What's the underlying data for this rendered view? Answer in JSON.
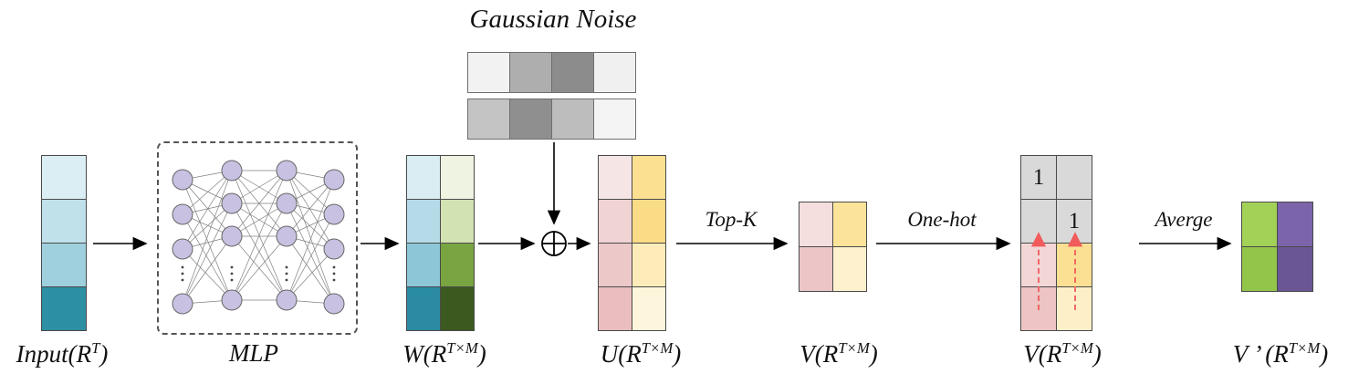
{
  "title": "Gaussian Noise",
  "arrow_labels": {
    "topk": "Top-K",
    "onehot": "One-hot",
    "average": "Averge"
  },
  "stage_labels": {
    "input": {
      "base": "Input(R",
      "sup": "T",
      "close": ")"
    },
    "mlp": "MLP",
    "w": {
      "base": "W(R",
      "sup": "T×M",
      "close": ")"
    },
    "u": {
      "base": "U(R",
      "sup": "T×M",
      "close": ")"
    },
    "v1": {
      "base": "V(R",
      "sup": "T×M",
      "close": ")"
    },
    "v2": {
      "base": "V(R",
      "sup": "T×M",
      "close": ")"
    },
    "vprime": {
      "base": "V ’ (R",
      "sup": "T×M",
      "close": ")"
    }
  },
  "onehot": {
    "left_col": [
      "1",
      "",
      "",
      ""
    ],
    "right_col": [
      "",
      "1",
      "",
      ""
    ]
  },
  "cells": {
    "input": [
      "#dbeef4",
      "#c0e0ea",
      "#9fd0de",
      "#2d8fa3"
    ],
    "w_left": [
      "#d9edf3",
      "#b4dbe7",
      "#8cc6d7",
      "#2b8ba2"
    ],
    "w_right": [
      "#eef3e2",
      "#d2e2b2",
      "#78a441",
      "#3c5a20"
    ],
    "noise_row1": [
      "#f2f2f2",
      "#aeaeae",
      "#8c8c8c",
      "#f0f0f0"
    ],
    "noise_row2": [
      "#c4c4c4",
      "#8f8f8f",
      "#bdbdbd",
      "#f4f4f4"
    ],
    "u_left": [
      "#f6e5e5",
      "#f0d3d3",
      "#ecc8c8",
      "#eabebe"
    ],
    "u_right": [
      "#fce091",
      "#fbdc86",
      "#fdecb9",
      "#fdf6dc"
    ],
    "v1_left": [
      "#f4dede",
      "#ecc6c6"
    ],
    "v1_right": [
      "#fbe49a",
      "#fdf2cd"
    ],
    "v2_left": [
      "#d9d9d9",
      "#d9d9d9",
      "#f3d6d6",
      "#eec4c4"
    ],
    "v2_right": [
      "#d9d9d9",
      "#d9d9d9",
      "#fbe094",
      "#fdf0c8"
    ],
    "vprime_left": [
      "#a2d158",
      "#93c54b"
    ],
    "vprime_right": [
      "#7b64aa",
      "#6a5694"
    ]
  },
  "colors": {
    "node_fill": "#c9c1e2",
    "node_stroke": "#666666",
    "red_arrow": "#f15b5b",
    "arrow": "#000000"
  }
}
